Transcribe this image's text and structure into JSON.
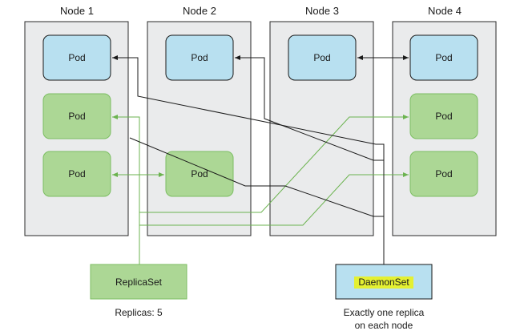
{
  "colors": {
    "daemonset_pod": "#b8e0f0",
    "replicaset_pod": "#acd795",
    "node_background": "#eaebec",
    "highlight": "#e4f032"
  },
  "nodes": [
    {
      "title": "Node 1",
      "pods": [
        {
          "label": "Pod",
          "kind": "daemonset"
        },
        {
          "label": "Pod",
          "kind": "replicaset"
        },
        {
          "label": "Pod",
          "kind": "replicaset"
        }
      ]
    },
    {
      "title": "Node 2",
      "pods": [
        {
          "label": "Pod",
          "kind": "daemonset"
        },
        {
          "label": "Pod",
          "kind": "replicaset"
        }
      ]
    },
    {
      "title": "Node 3",
      "pods": [
        {
          "label": "Pod",
          "kind": "daemonset"
        }
      ]
    },
    {
      "title": "Node 4",
      "pods": [
        {
          "label": "Pod",
          "kind": "daemonset"
        },
        {
          "label": "Pod",
          "kind": "replicaset"
        },
        {
          "label": "Pod",
          "kind": "replicaset"
        }
      ]
    }
  ],
  "replicaset": {
    "label": "ReplicaSet",
    "caption": "Replicas: 5"
  },
  "daemonset": {
    "label": "DaemonSet",
    "caption_line1": "Exactly one replica",
    "caption_line2": "on each node"
  }
}
